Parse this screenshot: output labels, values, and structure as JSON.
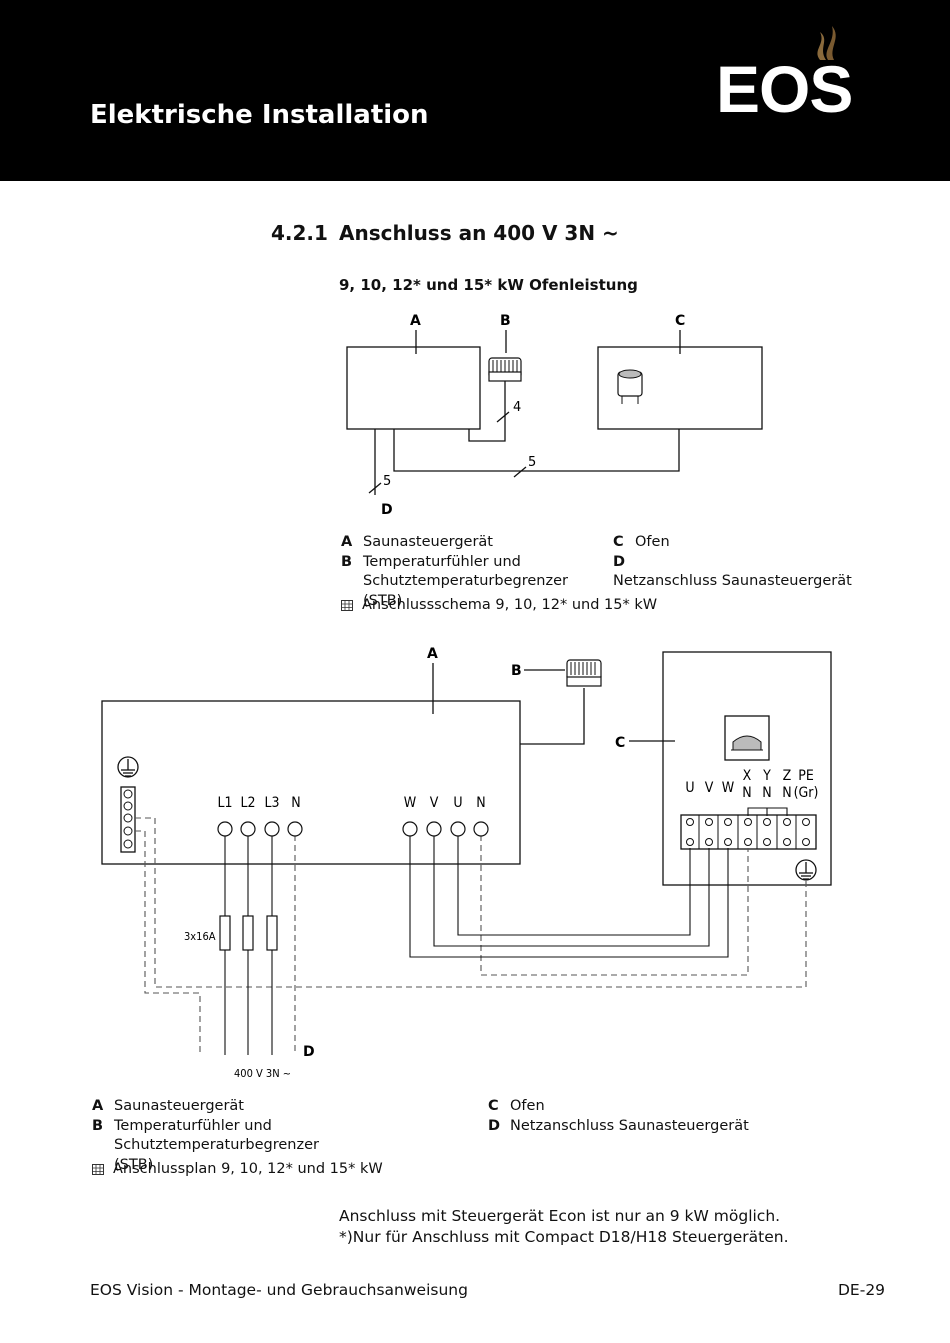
{
  "header": {
    "title": "Elektrische Installation",
    "logo_text": "EOS"
  },
  "section": {
    "number": "4.2.1",
    "title": "Anschluss an 400 V 3N ~"
  },
  "subtitle": "9, 10, 12* und 15* kW Ofenleistung",
  "diagram1": {
    "labels": {
      "a": "A",
      "b": "B",
      "c": "C",
      "d": "D",
      "cable_4": "4",
      "cable_5a": "5",
      "cable_5b": "5"
    }
  },
  "legend1": {
    "items": [
      {
        "key": "A",
        "text": "Saunasteuergerät"
      },
      {
        "key": "B",
        "text": "Temperaturfühler und Schutztemperaturbegrenzer (STB)"
      },
      {
        "key": "C",
        "text": "Ofen"
      },
      {
        "key": "D",
        "text": "Netzanschluss Saunasteuergerät"
      }
    ],
    "caption": "Anschlussschema 9, 10, 12* und 15* kW"
  },
  "diagram2": {
    "labels": {
      "a": "A",
      "b": "B",
      "c": "C",
      "d": "D"
    },
    "mains_terminals": [
      "L1",
      "L2",
      "L3",
      "N"
    ],
    "heater_terminals": [
      "W",
      "V",
      "U",
      "N"
    ],
    "oven_terminals": [
      "U",
      "V",
      "W",
      "X\nN",
      "Y\nN",
      "Z\nN",
      "PE\n(Gr)"
    ],
    "fuse_label": "3x16A",
    "supply_label": "400 V 3N ~"
  },
  "legend2": {
    "items": [
      {
        "key": "A",
        "text": "Saunasteuergerät"
      },
      {
        "key": "B",
        "text": "Temperaturfühler und Schutztemperaturbegrenzer (STB)"
      },
      {
        "key": "C",
        "text": "Ofen"
      },
      {
        "key": "D",
        "text": "Netzanschluss Saunasteuergerät"
      }
    ],
    "caption": "Anschlussplan 9, 10, 12* und 15* kW"
  },
  "notes": {
    "line1": "Anschluss mit Steuergerät Econ ist nur an 9 kW möglich.",
    "line2": "*)Nur für Anschluss mit Compact D18/H18 Steuergeräten."
  },
  "footer": {
    "left": "EOS Vision - Montage- und Gebrauchsanweisung",
    "right": "DE-29"
  }
}
